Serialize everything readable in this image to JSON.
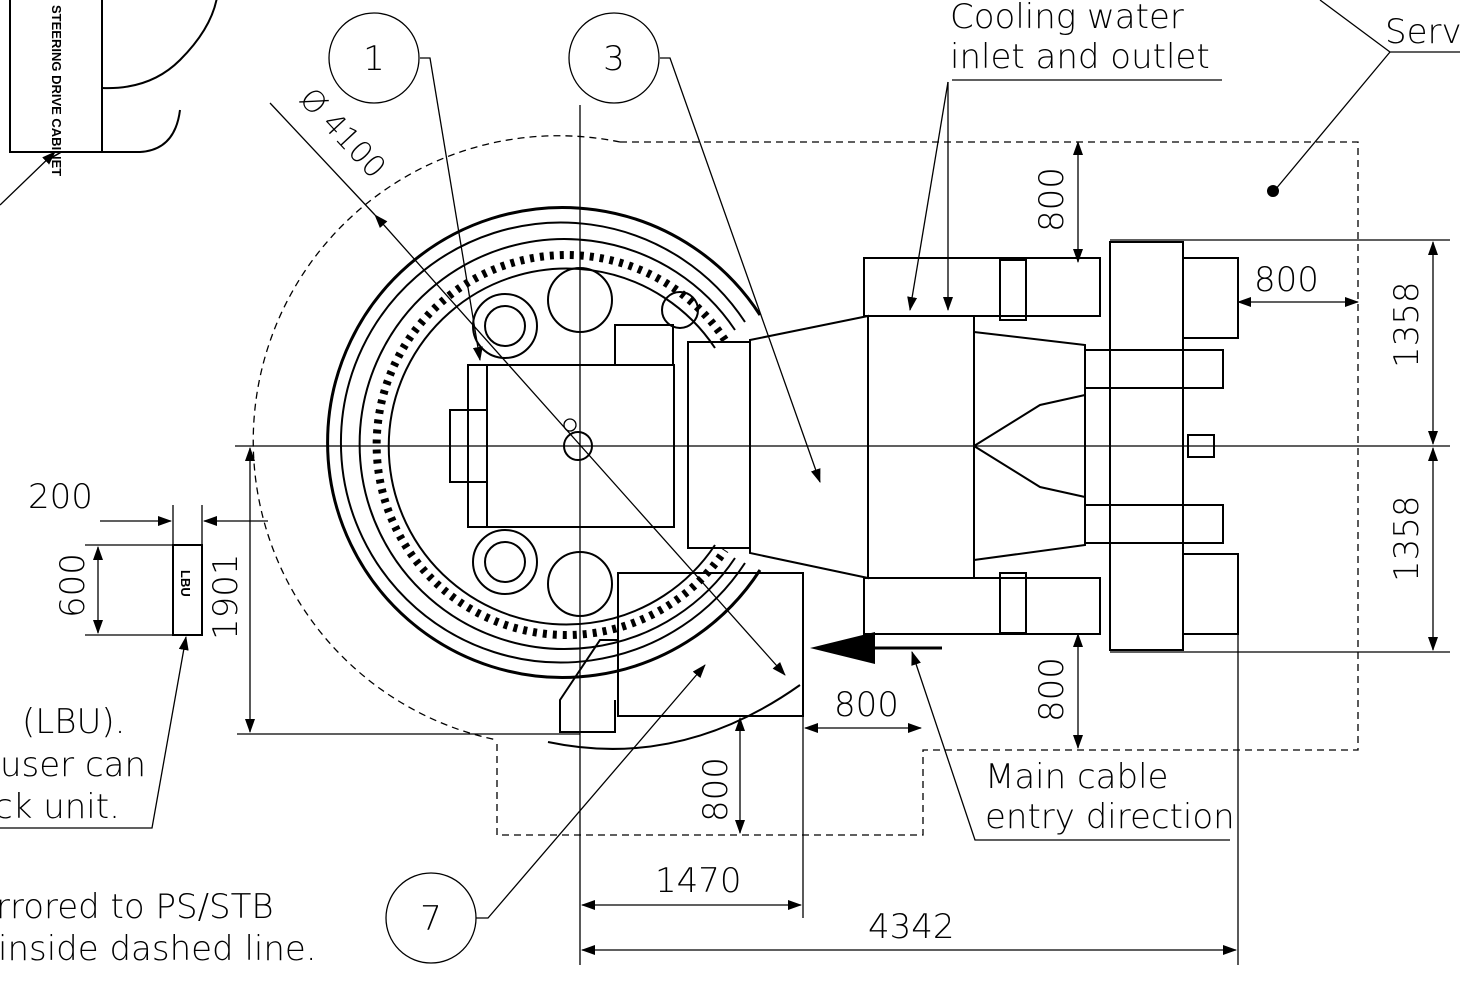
{
  "notes": {
    "cooling_water_line1": "Cooling water",
    "cooling_water_line2": "inlet and outlet",
    "service_area_partial": "Serv",
    "main_cable_line1": "Main cable",
    "main_cable_line2": "entry direction",
    "lbu_line1": "(LBU).",
    "lbu_line2": "user can",
    "lbu_line3": "ck unit.",
    "mirror_line1": "rrored to PS/STB",
    "mirror_line2": "inside dashed line."
  },
  "labels": {
    "diameter": "Ø 4100",
    "cabinet_tag": "STEERING DRIVE CABINET",
    "lbu_tag": "LBU"
  },
  "balloons": [
    "1",
    "3",
    "7"
  ],
  "dimensions": {
    "top_clearance": "800",
    "right_clearance": "800",
    "half_width_upper": "1358",
    "half_width_lower": "1358",
    "lbu_gap": "200",
    "lbu_size": "600",
    "centre_to_edge": "1901",
    "box_bottom_clearance": "800",
    "box_side_clearance": "800",
    "lower_clearance": "800",
    "box_length": "1470",
    "overall_length": "4342"
  }
}
